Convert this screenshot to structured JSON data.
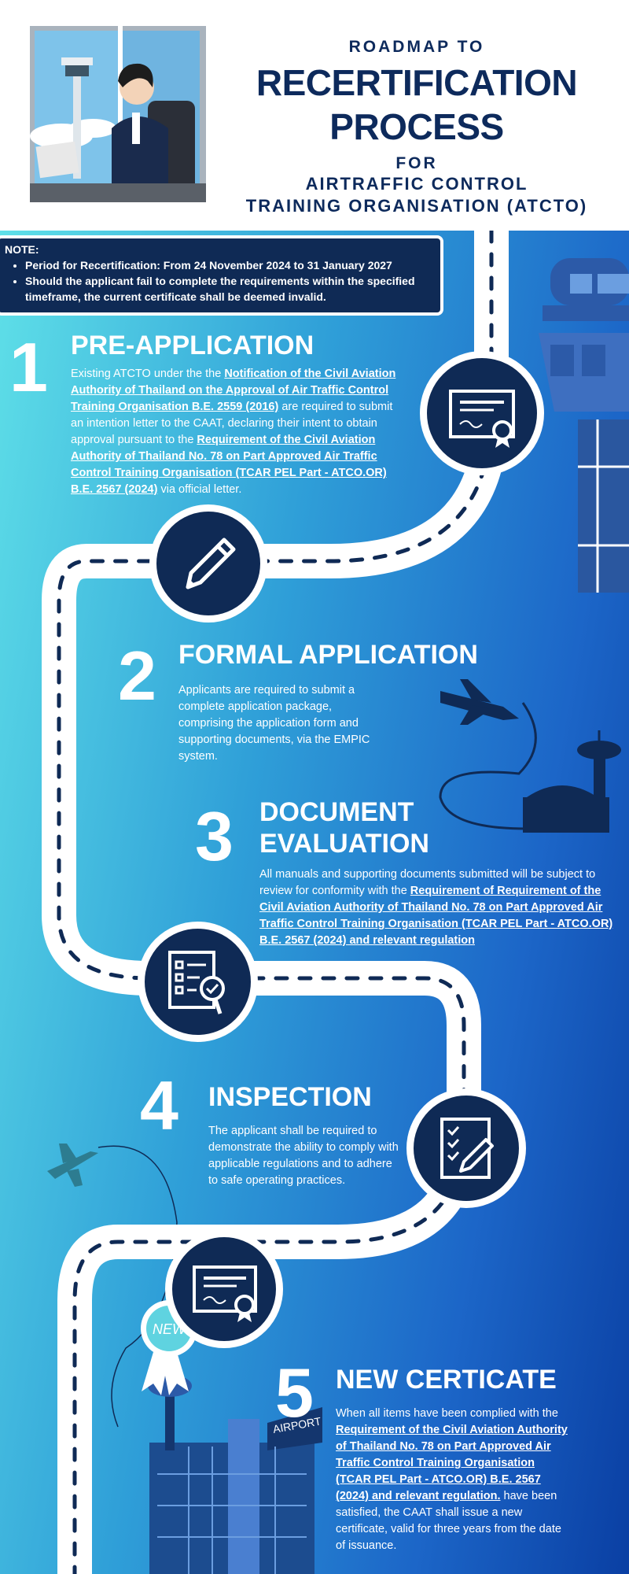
{
  "header": {
    "line1": "ROADMAP TO",
    "line2": "RECERTIFICATION",
    "line3": "PROCESS",
    "line4": "FOR",
    "line5": "AIRTRAFFIC CONTROL",
    "line6": "TRAINING ORGANISATION (ATCTO)"
  },
  "note": {
    "title": "NOTE:",
    "items": [
      "Period for Recertification: From 24 November 2024 to 31 January 2027",
      "Should the applicant fail to complete the requirements within the specified timeframe, the current certificate shall be deemed invalid."
    ]
  },
  "steps": [
    {
      "number": "1",
      "title": "PRE-APPLICATION",
      "t1": "Existing ATCTO under the the ",
      "l1": "Notification of the Civil Aviation Authority of Thailand on the Approval of Air Traffic Control Training Organisation B.E. 2559 (2016)",
      "t2": " are required to submit an intention letter to the CAAT, declaring their intent to obtain approval pursuant to the ",
      "l2": "Requirement of the Civil Aviation Authority of Thailand No. 78 on Part Approved Air Traffic Control Training Organisation (TCAR PEL Part - ATCO.OR) B.E. 2567 (2024)",
      "t3": " via official letter."
    },
    {
      "number": "2",
      "title": "FORMAL APPLICATION",
      "text": "Applicants are required to submit a complete application package, comprising the application form and supporting documents, via the EMPIC system."
    },
    {
      "number": "3",
      "title_a": "DOCUMENT",
      "title_b": "EVALUATION",
      "t1": "All manuals and supporting documents submitted will be subject to review for conformity with the  ",
      "l1": "Requirement of Requirement of the Civil Aviation Authority of Thailand No. 78 on Part Approved Air Traffic Control Training Organisation (TCAR PEL Part - ATCO.OR) B.E. 2567 (2024) and relevant regulation"
    },
    {
      "number": "4",
      "title": "INSPECTION",
      "text": "The applicant shall be required to demonstrate the ability to comply with applicable regulations and to adhere to safe operating practices."
    },
    {
      "number": "5",
      "title": "NEW CERTICATE",
      "t1": "When all items have been complied with the ",
      "l1": "Requirement of the Civil Aviation Authority of Thailand No. 78 on Part Approved Air Traffic Control Training Organisation (TCAR PEL Part - ATCO.OR) B.E. 2567 (2024) and relevant regulation.",
      "t2": " have been satisfied, the CAAT shall issue a new certificate, valid for three years from the date of issuance."
    }
  ],
  "illustration": {
    "badge_text": "NEW",
    "airport_sign": "AIRPORT"
  },
  "icons": [
    "certificate-icon",
    "pencil-icon",
    "checklist-magnifier-icon",
    "checklist-pen-icon",
    "certificate-icon"
  ],
  "colors": {
    "navy": "#0f2a55",
    "title_navy": "#0d2a5c",
    "cyan": "#5fe0e8",
    "blue": "#0a3fa3"
  }
}
